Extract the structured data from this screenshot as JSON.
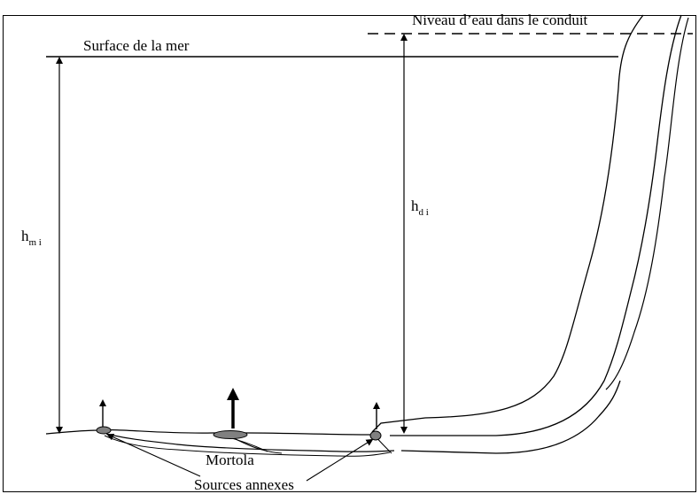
{
  "labels": {
    "water_level": "Niveau d’eau dans le conduit",
    "sea_surface": "Surface de la mer",
    "hm_base": "h",
    "hm_sub": "m i",
    "hd_base": "h",
    "hd_sub": "d i",
    "mortola": "Mortola",
    "sources_annexes": "Sources annexes"
  },
  "colors": {
    "line": "#000000",
    "spring_fill": "#808080",
    "background": "#ffffff"
  }
}
